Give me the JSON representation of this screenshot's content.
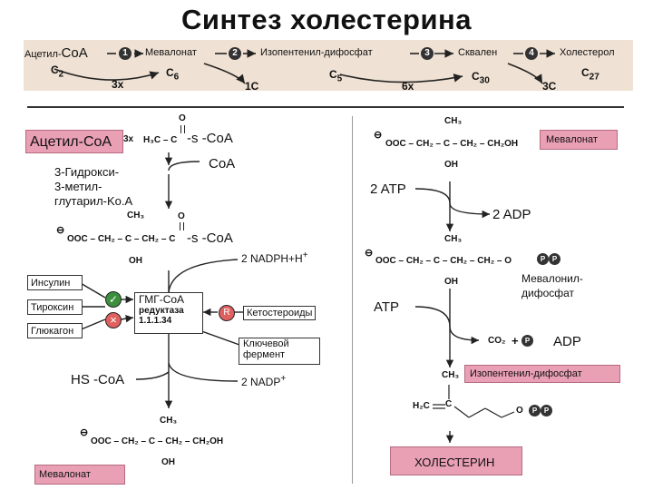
{
  "title": "Синтез холестерина",
  "top_band": {
    "steps": [
      {
        "num": "1"
      },
      {
        "num": "2"
      },
      {
        "num": "3"
      },
      {
        "num": "4"
      }
    ],
    "labels": {
      "acetyl": "Ацетил-",
      "coa": "CoA",
      "mevalonate": "Мевалонат",
      "ipp": "Изопентенил-дифосфат",
      "squalene": "Сквален",
      "cholesterol": "Холестерол"
    },
    "carbons": {
      "c2": "C",
      "c2_sub": "2",
      "c3x": "3x",
      "c6": "C",
      "c6_sub": "6",
      "c1": "1C",
      "c5": "C",
      "c5_sub": "5",
      "c6x": "6x",
      "c30": "C",
      "c30_sub": "30",
      "c3": "3C",
      "c27": "C",
      "c27_sub": "27"
    }
  },
  "left": {
    "acetyl_coa_box": "Ацетил-CoA",
    "acetyl_3x": "3x",
    "acetyl_formula": "H₃C – C",
    "acetyl_o": "O",
    "acetyl_scoa": "-s -CoA",
    "coa_release": "CoA",
    "hmg_name_1": "3-Гидрокси-",
    "hmg_name_2": "3-метил-",
    "hmg_name_3": "глутарил-Ko.A",
    "hmg_formula": "OOC – CH₂ – C – CH₂ – C",
    "hmg_ch3": "CH₃",
    "hmg_oh": "OH",
    "hmg_o": "O",
    "hmg_scoa": "-s -CoA",
    "nadph": "2 NADPH+H",
    "nadph_sup": "+",
    "regulators": {
      "insulin": "Инсулин",
      "thyroxine": "Тироксин",
      "glucagon": "Глюкагон",
      "plus": "✓",
      "minus": "×"
    },
    "enzyme_1": "ГМГ-CoA",
    "enzyme_2": "редуктаза",
    "enzyme_3": "1.1.1.34",
    "inhibitor_r": "R",
    "ketosteroids": "Кетостероиды",
    "key_enzyme_1": "Ключевой",
    "key_enzyme_2": "фермент",
    "hscoa": "HS -CoA",
    "nadp": "2 NADP",
    "nadp_sup": "+",
    "mev_formula": "OOC – CH₂ – C – CH₂ – CH₂OH",
    "mev_ch3": "CH₃",
    "mev_oh": "OH",
    "mevalonate_box": "Мевалонат"
  },
  "right": {
    "mev_formula": "OOC – CH₂ – C – CH₂ – CH₂OH",
    "mev_ch3": "CH₃",
    "mev_oh": "OH",
    "mevalonate_box": "Мевалонат",
    "atp2": "2 ATP",
    "adp2": "2 ADP",
    "mevpp_formula": "OOC – CH₂ – C – CH₂ – CH₂ – O",
    "mevpp_ch3": "CH₃",
    "mevpp_oh": "OH",
    "mevpp_name_1": "Мевалонил-",
    "mevpp_name_2": "дифосфат",
    "p": "P",
    "atp": "ATP",
    "co2": "CO₂",
    "plus": "+",
    "adp": "ADP",
    "ipp_box": "Изопентенил-дифосфат",
    "ipp_ch3": "CH₃",
    "ipp_h2c": "H₂C",
    "ipp_c": "C",
    "ipp_o": "O",
    "cholesterol_box": "ХОЛЕСТЕРИН"
  },
  "colors": {
    "pink": "#e9a0b4",
    "band": "#f0e0d0",
    "green": "#3c8f3c",
    "red": "#e06060"
  }
}
